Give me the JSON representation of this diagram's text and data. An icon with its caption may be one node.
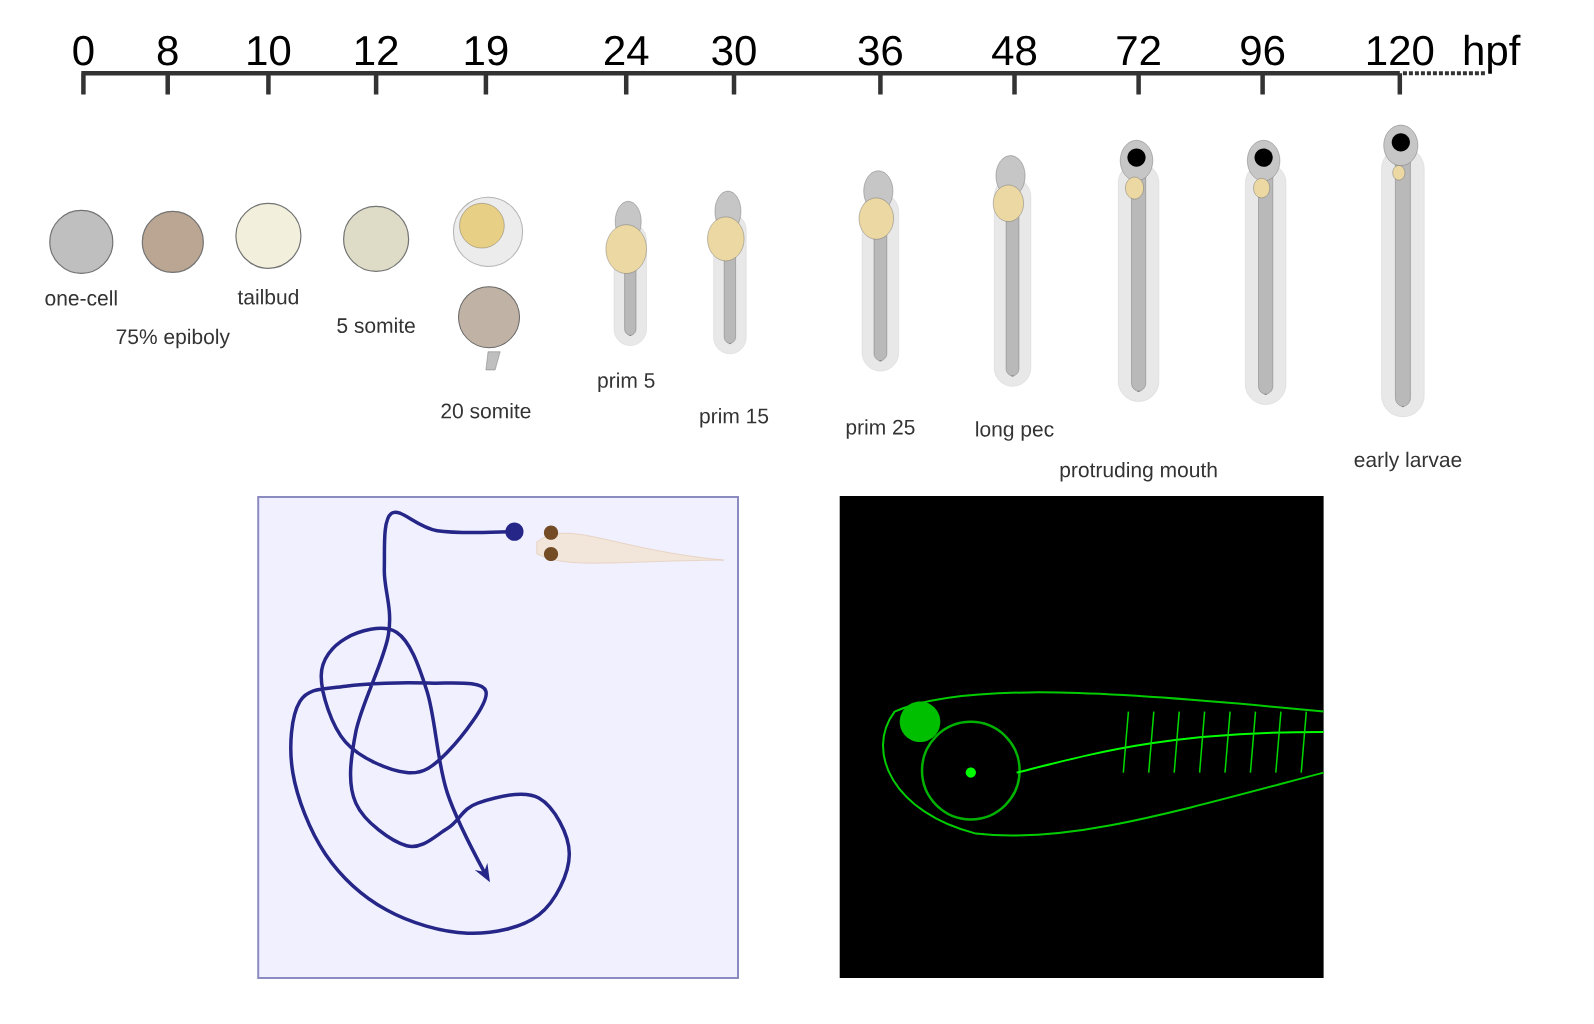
{
  "diagram": {
    "labels": [
      "0",
      "8",
      "10",
      "12",
      "19",
      "24",
      "30",
      "36",
      "48",
      "72",
      "96",
      "120",
      "hpf",
      "one-cell",
      "tailbud",
      "75% epiboly",
      "5 somite",
      "20 somite",
      "prim 5",
      "prim 15",
      "prim 25",
      "long pec",
      "protruding mouth",
      "early larvae"
    ]
  }
}
